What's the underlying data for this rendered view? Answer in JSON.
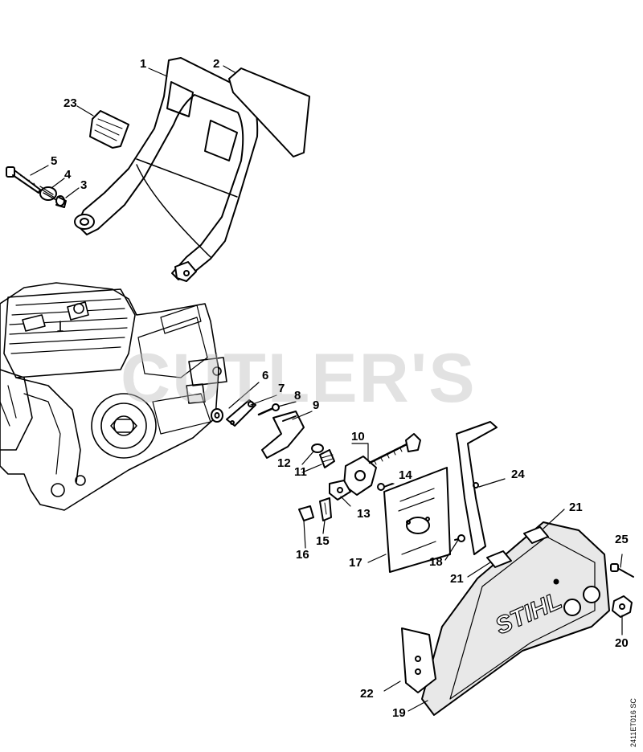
{
  "watermark": "CUTLER'S",
  "document_id": "2411ET016 SC",
  "brand_on_cover": "STIHL",
  "callouts": {
    "c1": "1",
    "c2": "2",
    "c3": "3",
    "c4": "4",
    "c5": "5",
    "c6": "6",
    "c7": "7",
    "c8": "8",
    "c9": "9",
    "c10": "10",
    "c11": "11",
    "c12": "12",
    "c13": "13",
    "c14": "14",
    "c15": "15",
    "c16": "16",
    "c17": "17",
    "c18": "18",
    "c19": "19",
    "c20": "20",
    "c21a": "21",
    "c21b": "21",
    "c22": "22",
    "c23": "23",
    "c24": "24",
    "c25": "25"
  },
  "colors": {
    "line": "#000000",
    "part_fill": "#ffffff",
    "cover_fill": "#e8e8e8",
    "watermark": "#bebebe"
  }
}
